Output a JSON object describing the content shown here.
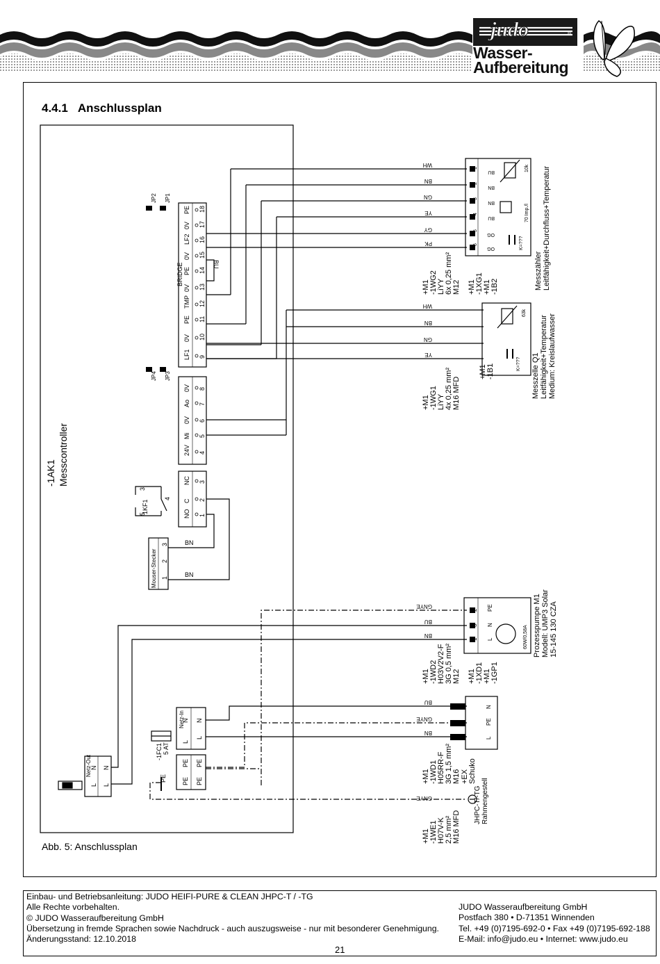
{
  "header": {
    "brand_line1": "Wasser-",
    "brand_line2": "Aufbereitung",
    "logo_text": "judo"
  },
  "section": {
    "number": "4.4.1",
    "title": "Anschlussplan"
  },
  "caption": "Abb. 5: Anschlussplan",
  "diagram": {
    "controller": {
      "id": "-1AK1",
      "name": "Messcontroller"
    },
    "bridge_label": "BRIDGE",
    "jumpers_top": [
      "JP2",
      "JP1"
    ],
    "jumpers_bottom": [
      "JP4",
      "JP3"
    ],
    "terminals_top": [
      {
        "n": "18",
        "l": "PE"
      },
      {
        "n": "17",
        "l": "0V"
      },
      {
        "n": "16",
        "l": "LF2"
      },
      {
        "n": "15",
        "l": "0V"
      },
      {
        "n": "14",
        "l": "PE"
      },
      {
        "n": "13",
        "l": "0V"
      },
      {
        "n": "12",
        "l": "TMP"
      },
      {
        "n": "11",
        "l": "PE"
      },
      {
        "n": "10",
        "l": "0V"
      },
      {
        "n": "9",
        "l": "LF1"
      }
    ],
    "terminals_mid": [
      {
        "n": "8",
        "l": "0V"
      },
      {
        "n": "7",
        "l": "Ao"
      },
      {
        "n": "6",
        "l": "0V"
      },
      {
        "n": "5",
        "l": "Mi"
      },
      {
        "n": "4",
        "l": "24V"
      }
    ],
    "terminals_relay": [
      {
        "n": "3",
        "l": "NC"
      },
      {
        "n": "2",
        "l": "C"
      },
      {
        "n": "1",
        "l": "NO"
      }
    ],
    "relay": {
      "id": "1KF1",
      "pins": [
        "5",
        "3",
        "4"
      ]
    },
    "mouser": {
      "name": "Mouser-Stecker",
      "pins": [
        "3",
        "2",
        "1"
      ],
      "wire_a": "BN",
      "wire_b": "BN"
    },
    "netz_in": {
      "name": "Netz-In",
      "pins": [
        "N",
        "L",
        "PE"
      ],
      "labels": [
        "N",
        "L",
        "PE"
      ]
    },
    "netz_out": {
      "name": "Netz-Out",
      "pins": [
        "N",
        "L"
      ],
      "labels": [
        "N",
        "L"
      ]
    },
    "fuse": {
      "id": "-1FC1",
      "rating": "5 AT"
    },
    "pe_label": "PE",
    "wg2": {
      "lines": [
        "+M1",
        "-1WG2",
        "LiYY",
        "6x 0,25 mm²",
        "M12"
      ],
      "wires": [
        "WH",
        "BN",
        "GN",
        "YE",
        "GY",
        "PK"
      ]
    },
    "xg1": {
      "lines": [
        "+M1",
        "-1XG1",
        "+M1",
        "-1B2"
      ]
    },
    "messzaehler": {
      "title": "Messzähler",
      "subtitle": "Leitfähigkeit+Durchfluss+Temperatur",
      "k": "K=???",
      "imp": "70 Imp./l",
      "ohm": "10k",
      "pins": [
        "BU",
        "BN",
        "BN",
        "BU",
        "OG",
        "OG"
      ],
      "nums": [
        "1",
        "2",
        "3",
        "4",
        "5",
        "6"
      ]
    },
    "wg1": {
      "lines": [
        "+M1",
        "-1WG1",
        "LiYY",
        "4x 0,25 mm²",
        "M16 MFD"
      ],
      "wires": [
        "WH",
        "BN",
        "GN",
        "YE"
      ]
    },
    "b1": {
      "lines": [
        "+M1",
        "-1B1"
      ]
    },
    "messzelle": {
      "title": "Messzelle Q1",
      "subtitle": "Leitfähigkeit+Temperatur",
      "medium": "Medium: Kreislaufwasser",
      "k": "K=???",
      "ohm": "63k"
    },
    "wd2": {
      "lines": [
        "+M1",
        "-1WD2",
        "H03V2V2-F",
        "3G 0,5 mm²",
        "M12"
      ],
      "wires": [
        "GNYE",
        "BU",
        "BN"
      ]
    },
    "xd1": {
      "lines": [
        "+M1",
        "-1XD1",
        "+M1",
        "-1GP1"
      ]
    },
    "pumpe": {
      "title": "Prozesspumpe M1",
      "model": "Modell: UMP3 Solar",
      "type": "15-145 130 CZA",
      "rating": "60W/0,58A",
      "pins": [
        "PE",
        "N",
        "L"
      ],
      "nums": [
        "2",
        "3",
        "1"
      ]
    },
    "wd1": {
      "lines": [
        "+M1",
        "-1WD1",
        "H05RR-F",
        "3G 1,5 mm²",
        "M16"
      ],
      "wires": [
        "BU",
        "GNYE",
        "BN"
      ]
    },
    "schuko": {
      "lines": [
        "+EX",
        "Schuko"
      ],
      "pins": [
        "N",
        "PE",
        "L"
      ]
    },
    "we1": {
      "lines": [
        "+M1",
        "-1WE1",
        "H07V-K",
        "2,5 mm²",
        "M16 MFD"
      ],
      "wire": "GNYE"
    },
    "rahmen": {
      "lines": [
        "JHPC-T/-TG",
        "Rahmengestell"
      ]
    }
  },
  "footer": {
    "left": [
      "Einbau- und Betriebsanleitung: JUDO HEIFI-PURE & CLEAN JHPC-T / -TG",
      "Alle Rechte vorbehalten.",
      "© JUDO Wasseraufbereitung GmbH",
      "Übersetzung in fremde Sprachen sowie Nachdruck - auch auszugsweise - nur mit besonderer Genehmigung.",
      "Änderungsstand: 12.10.2018"
    ],
    "right": [
      "JUDO Wasseraufbereitung GmbH",
      "Postfach 380 • D-71351 Winnenden",
      "Tel. +49 (0)7195-692-0 • Fax +49 (0)7195-692-188",
      "E-Mail: info@judo.eu • Internet: www.judo.eu"
    ],
    "page": "21"
  }
}
